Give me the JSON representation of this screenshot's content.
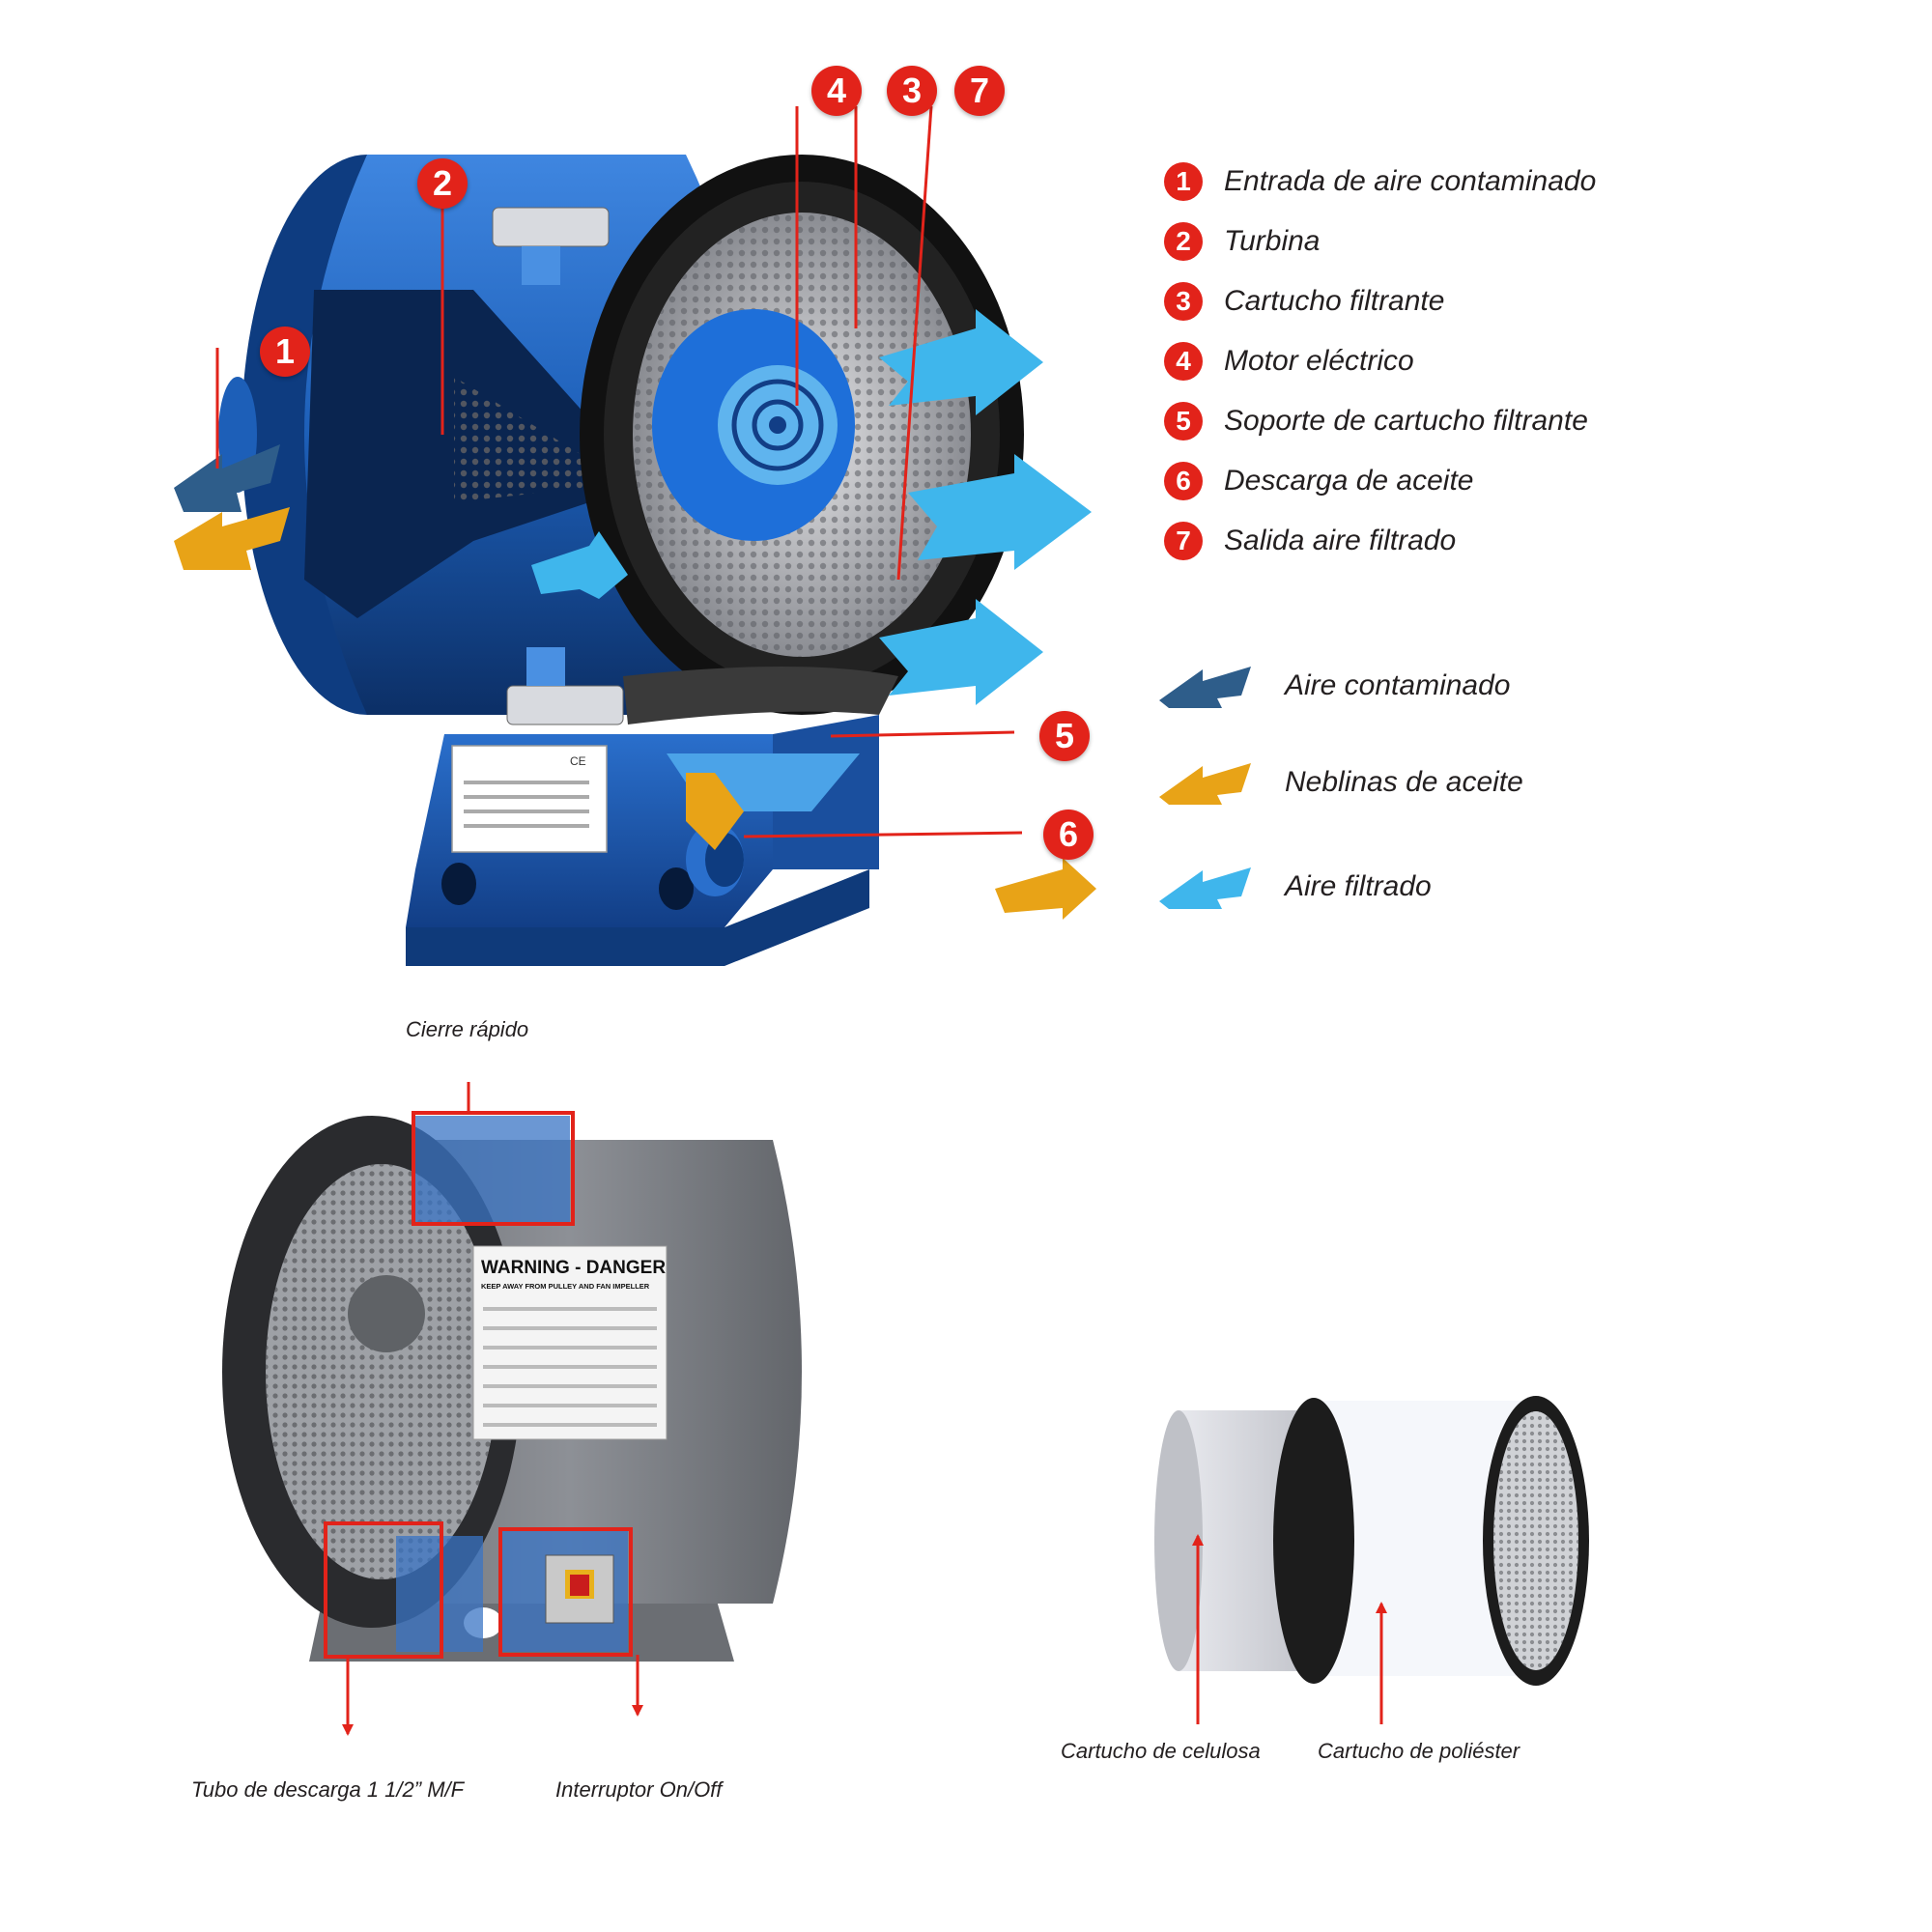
{
  "legend": [
    {
      "num": "1",
      "label": "Entrada de aire contaminado"
    },
    {
      "num": "2",
      "label": "Turbina"
    },
    {
      "num": "3",
      "label": "Cartucho filtrante"
    },
    {
      "num": "4",
      "label": "Motor eléctrico"
    },
    {
      "num": "5",
      "label": "Soporte de cartucho filtrante"
    },
    {
      "num": "6",
      "label": "Descarga de aceite"
    },
    {
      "num": "7",
      "label": "Salida aire filtrado"
    }
  ],
  "flows": [
    {
      "label": "Aire contaminado",
      "color": "#2e5d8a"
    },
    {
      "label": "Neblinas de aceite",
      "color": "#e8a317"
    },
    {
      "label": "Aire filtrado",
      "color": "#3fb6ec"
    }
  ],
  "photo_captions": {
    "quick_close": "Cierre rápido",
    "discharge": "Tubo de descarga 1 1/2” M/F",
    "switch": "Interruptor On/Off",
    "cellulose": "Cartucho de celulosa",
    "polyester": "Cartucho de poliéster"
  },
  "warning_sign": {
    "title": "WARNING - DANGER",
    "subtitle": "KEEP AWAY FROM PULLEY AND FAN IMPELLER"
  },
  "plate": {
    "ce": "CE"
  },
  "colors": {
    "accent_red": "#e2231a",
    "unit_blue": "#1d5fb8",
    "text": "#231f20"
  }
}
